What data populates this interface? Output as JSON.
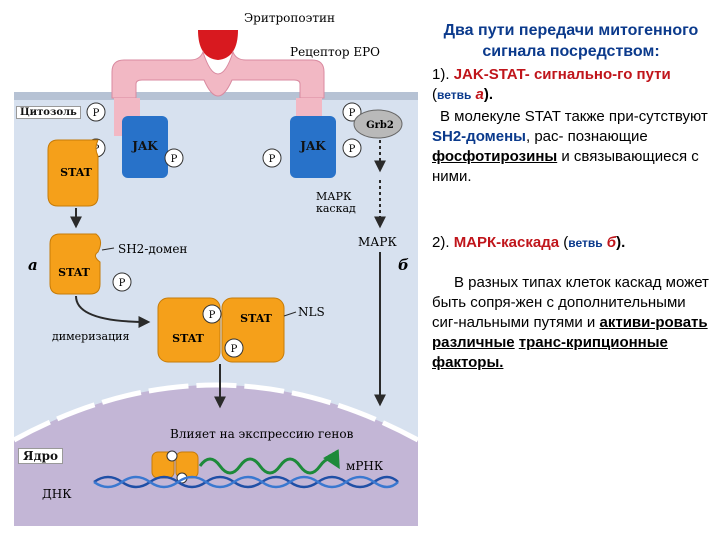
{
  "diagram": {
    "ligand": "Эритропоэтин",
    "receptor": "Рецептор ЕРО",
    "cytosol": "Цитозоль",
    "nucleus": "Ядро",
    "jak": "JAK",
    "stat": "STAT",
    "p": "P",
    "grb2": "Grb2",
    "mapk_cascade_1": "МАРК",
    "mapk_cascade_2": "каскад",
    "mapk": "МАРК",
    "sh2_domain": "SH2-домен",
    "branch_a": "а",
    "branch_b": "б",
    "nls": "NLS",
    "dimerization": "димеризация",
    "gene_expression": "Влияет на экспрессию генов",
    "mrna": "мРНК",
    "dna": "ДНК"
  },
  "side": {
    "title": "Два пути передачи митогенного сигнала посредством:",
    "item1_num": "1).",
    "item1_name": "JAK-STAT- сигнально-го пути",
    "item1_paren_open": "(",
    "item1_branch": "ветвь",
    "item1_letter": "а",
    "item1_paren_close": ").",
    "para1_a": "В молекуле STAT также при-сутствуют",
    "para1_sh2": "SH2-домены",
    "para1_b": ", рас- познающие",
    "para1_fosfo": "фосфотирозины",
    "para1_c": "и связывающиеся с ними.",
    "item2_num": "2).",
    "item2_name": "МАРК-каскада",
    "item2_paren_open": "(",
    "item2_branch": "ветвь",
    "item2_letter": "б",
    "item2_paren_close": ").",
    "para2_a": "В разных типах клеток каскад может быть сопря-жен с дополнительными сиг-нальными путями и",
    "para2_u1": "активи-ровать различные",
    "para2_u2": "транс-крипционные факторы."
  },
  "colors": {
    "cytosol": "#d7e1ef",
    "nucleus": "#c3b6d6",
    "receptor": "#f2b8c4",
    "stat": "#f5a01a",
    "jak": "#2872c9",
    "ligand": "#d8191f",
    "title_blue": "#0b3a8c",
    "accent_red": "#c0151b"
  }
}
